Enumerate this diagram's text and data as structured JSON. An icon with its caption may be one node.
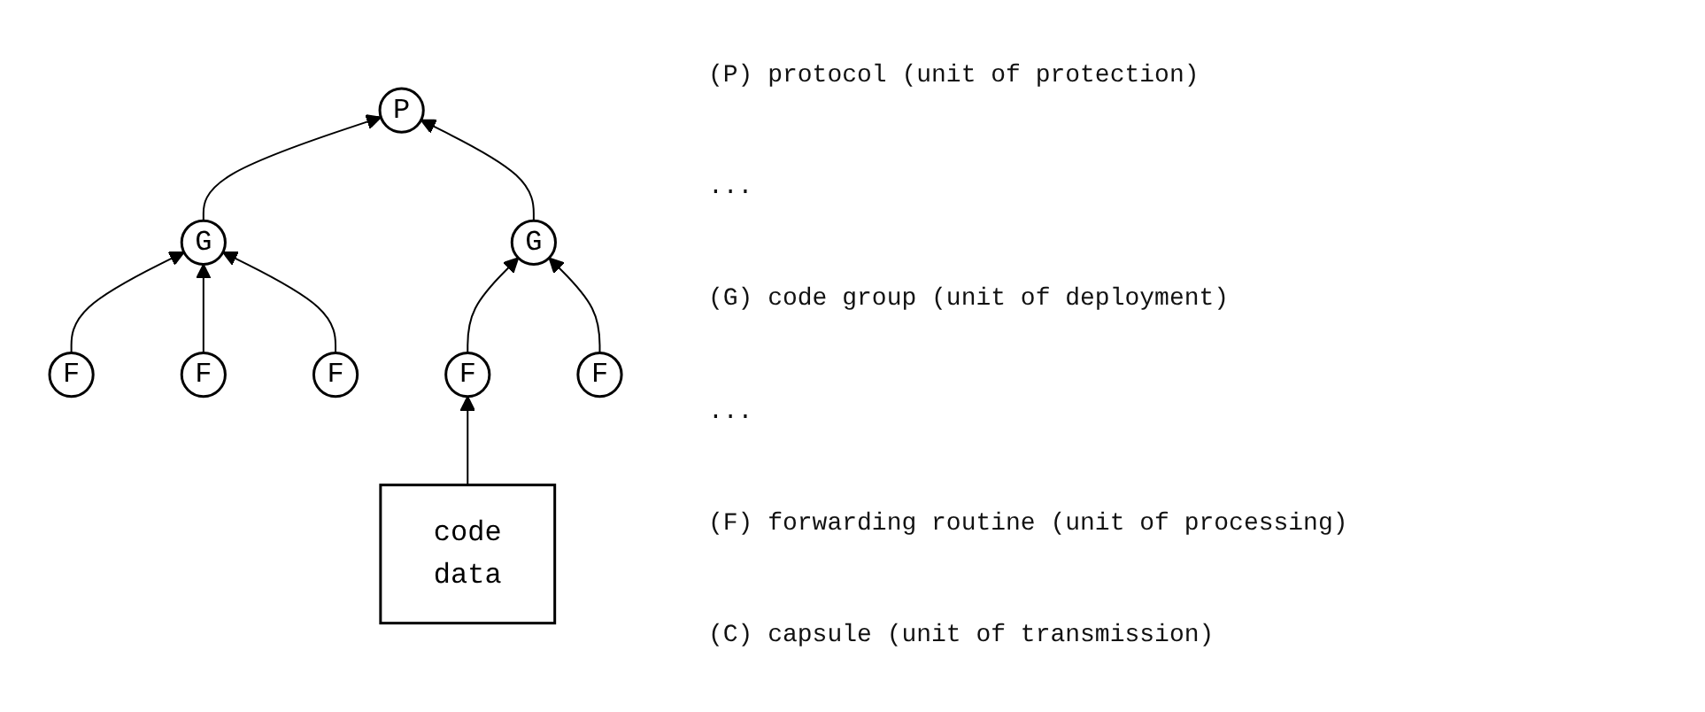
{
  "diagram": {
    "nodes": [
      {
        "text": [
          "P"
        ]
      },
      {
        "text": [
          "G"
        ]
      },
      {
        "text": [
          "G"
        ]
      },
      {
        "text": [
          "F"
        ]
      },
      {
        "text": [
          "F"
        ]
      },
      {
        "text": [
          "F"
        ]
      },
      {
        "text": [
          "F"
        ]
      },
      {
        "text": [
          "F"
        ]
      },
      {
        "text": [
          "code",
          "data"
        ]
      }
    ],
    "edges": [
      {
        "from": 1,
        "to": 0,
        "arrow": "to"
      },
      {
        "from": 2,
        "to": 0,
        "arrow": "to"
      },
      {
        "from": 3,
        "to": 1,
        "arrow": "to"
      },
      {
        "from": 4,
        "to": 1,
        "arrow": "to"
      },
      {
        "from": 5,
        "to": 1,
        "arrow": "to"
      },
      {
        "from": 6,
        "to": 2,
        "arrow": "to"
      },
      {
        "from": 7,
        "to": 2,
        "arrow": "to"
      },
      {
        "from": 8,
        "to": 6,
        "arrow": "to"
      }
    ],
    "labels": [
      "(P) protocol (unit of protection)",
      "...",
      "(G) code group (unit of deployment)",
      "...",
      "(F) forwarding routine (unit of processing)",
      "(C) capsule (unit of transmission)"
    ]
  }
}
